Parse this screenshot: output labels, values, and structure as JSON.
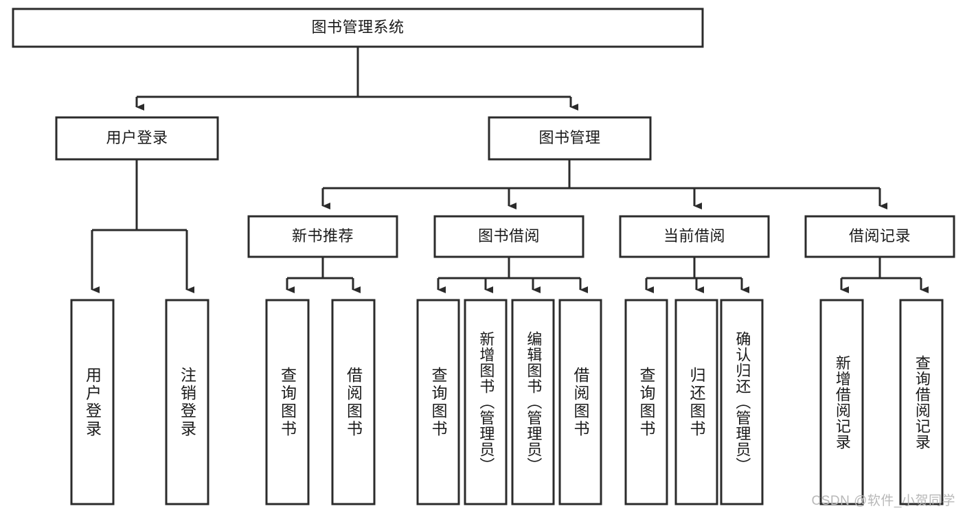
{
  "diagram": {
    "type": "tree",
    "title": "图书管理系统",
    "colors": {
      "stroke": "#2b2b2b",
      "box_fill": "#ffffff",
      "text": "#1a1a1a",
      "background": "#ffffff",
      "watermark": "#b8b8b8"
    },
    "root": {
      "label": "图书管理系统"
    },
    "level2": [
      {
        "label": "用户登录"
      },
      {
        "label": "图书管理"
      }
    ],
    "level3": [
      {
        "label": "新书推荐"
      },
      {
        "label": "图书借阅"
      },
      {
        "label": "当前借阅"
      },
      {
        "label": "借阅记录"
      }
    ],
    "leaves": {
      "user_login": [
        {
          "label": "用户登录"
        },
        {
          "label": "注销登录"
        }
      ],
      "new_book_recommend": [
        {
          "label": "查询图书"
        },
        {
          "label": "借阅图书"
        }
      ],
      "book_borrow": [
        {
          "label": "查询图书"
        },
        {
          "label": "新增图书（管理员）"
        },
        {
          "label": "编辑图书（管理员）"
        },
        {
          "label": "借阅图书"
        }
      ],
      "current_borrow": [
        {
          "label": "查询图书"
        },
        {
          "label": "归还图书"
        },
        {
          "label": "确认归还（管理员）"
        }
      ],
      "borrow_record": [
        {
          "label": "新增借阅记录"
        },
        {
          "label": "查询借阅记录"
        }
      ]
    }
  },
  "watermark": {
    "text": "CSDN @软件_小贺同学"
  }
}
